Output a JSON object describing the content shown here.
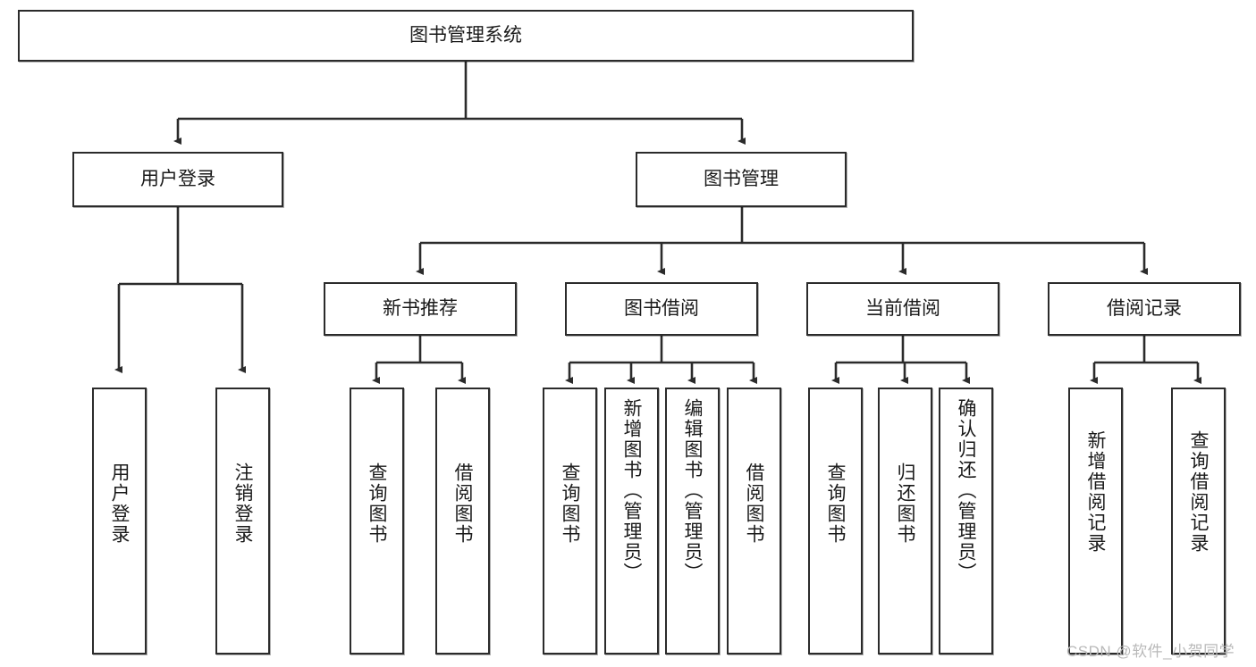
{
  "diagram": {
    "title_node": {
      "label": "图书管理系统"
    },
    "level2": [
      {
        "label": "用户登录"
      },
      {
        "label": "图书管理"
      }
    ],
    "level3": [
      {
        "label": "新书推荐"
      },
      {
        "label": "图书借阅"
      },
      {
        "label": "当前借阅"
      },
      {
        "label": "借阅记录"
      }
    ],
    "leaves": [
      {
        "label": "用户登录"
      },
      {
        "label": "注销登录"
      },
      {
        "label": "查询图书"
      },
      {
        "label": "借阅图书"
      },
      {
        "label": "查询图书"
      },
      {
        "label": "新增图书（管理员）"
      },
      {
        "label": "编辑图书（管理员）"
      },
      {
        "label": "借阅图书"
      },
      {
        "label": "查询图书"
      },
      {
        "label": "归还图书"
      },
      {
        "label": "确认归还（管理员）"
      },
      {
        "label": "新增借阅记录"
      },
      {
        "label": "查询借阅记录"
      }
    ],
    "watermark": "CSDN @软件_小贺同学",
    "colors": {
      "stroke": "#2b2b2b",
      "fill": "#ffffff",
      "text": "#1a1a1a",
      "watermark": "#b9b9b9"
    }
  }
}
